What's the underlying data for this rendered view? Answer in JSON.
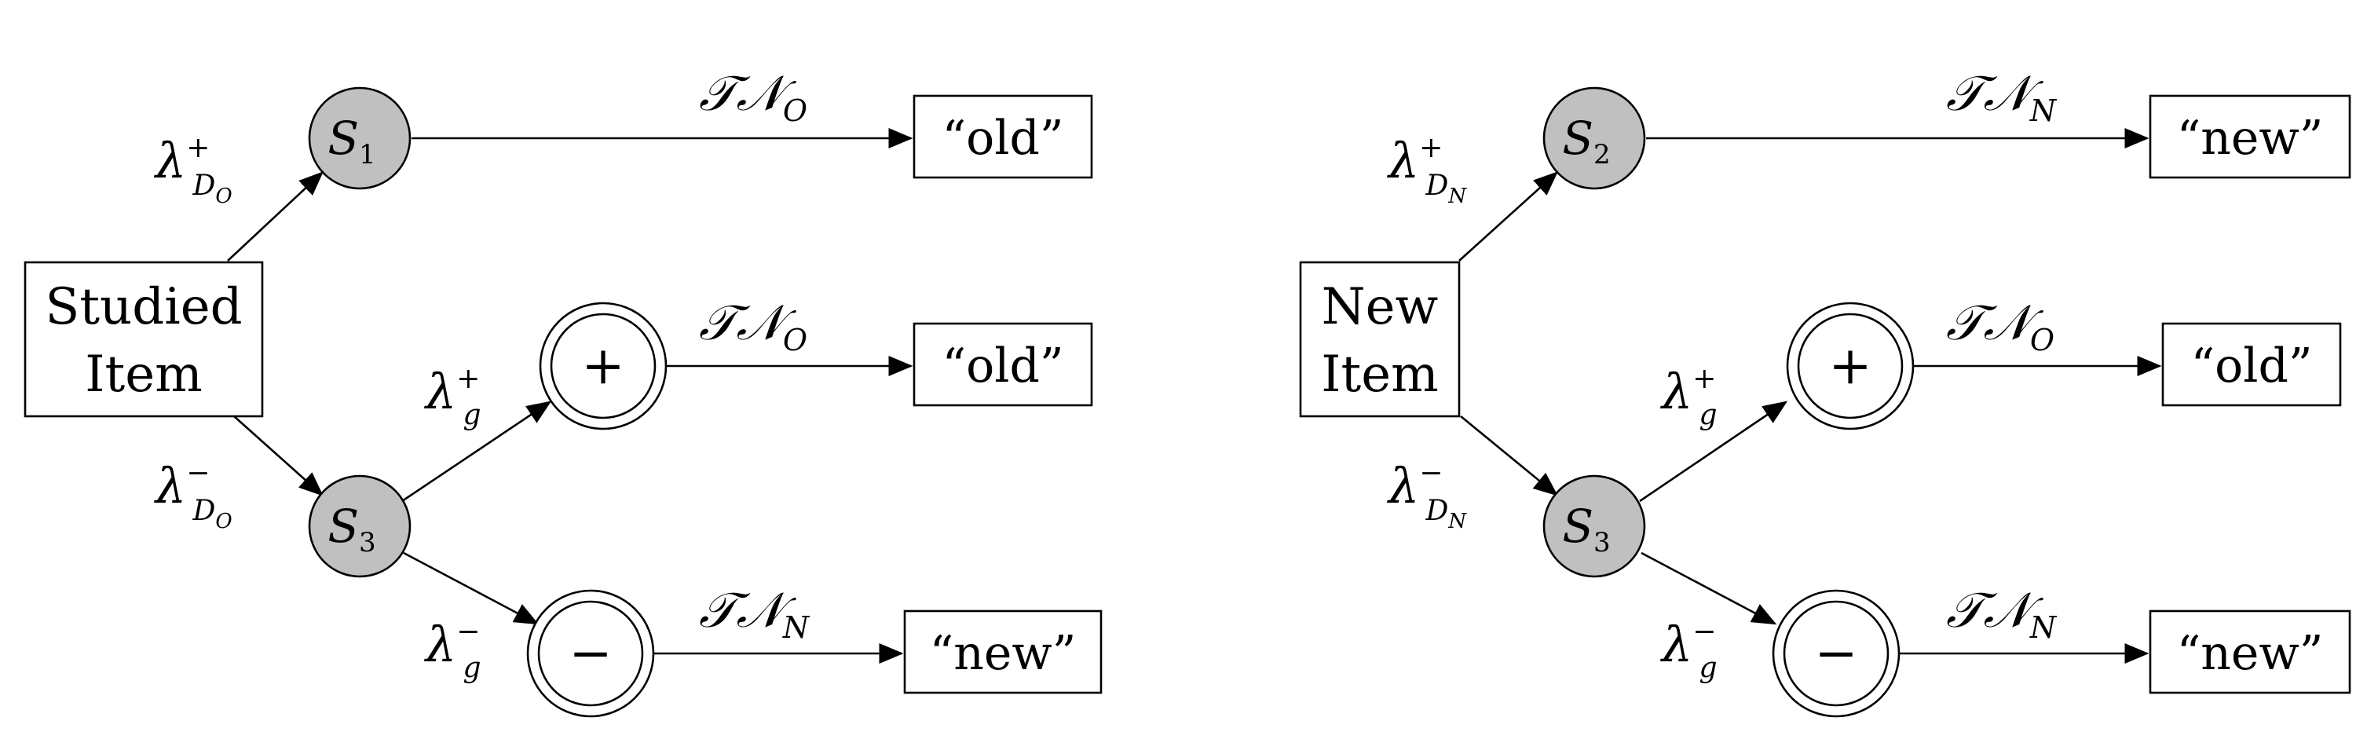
{
  "left": {
    "start": {
      "line1": "Studied",
      "line2": "Item"
    },
    "top": {
      "state": "S",
      "state_sub": "1",
      "rate": "λ",
      "rate_sup": "+",
      "rate_sub": "D",
      "rate_subsub": "O",
      "time": "𝒯𝒩",
      "time_sub": "O",
      "response": "“old”"
    },
    "mid": {
      "state": "S",
      "state_sub": "3",
      "rate": "λ",
      "rate_sup": "−",
      "rate_sub": "D",
      "rate_subsub": "O"
    },
    "plus": {
      "symbol": "+",
      "rate": "λ",
      "rate_sup": "+",
      "rate_sub": "g",
      "time": "𝒯𝒩",
      "time_sub": "O",
      "response": "“old”"
    },
    "minus": {
      "symbol": "−",
      "rate": "λ",
      "rate_sup": "−",
      "rate_sub": "g",
      "time": "𝒯𝒩",
      "time_sub": "N",
      "response": "“new”"
    }
  },
  "right": {
    "start": {
      "line1": "New",
      "line2": "Item"
    },
    "top": {
      "state": "S",
      "state_sub": "2",
      "rate": "λ",
      "rate_sup": "+",
      "rate_sub": "D",
      "rate_subsub": "N",
      "time": "𝒯𝒩",
      "time_sub": "N",
      "response": "“new”"
    },
    "mid": {
      "state": "S",
      "state_sub": "3",
      "rate": "λ",
      "rate_sup": "−",
      "rate_sub": "D",
      "rate_subsub": "N"
    },
    "plus": {
      "symbol": "+",
      "rate": "λ",
      "rate_sup": "+",
      "rate_sub": "g",
      "time": "𝒯𝒩",
      "time_sub": "O",
      "response": "“old”"
    },
    "minus": {
      "symbol": "−",
      "rate": "λ",
      "rate_sup": "−",
      "rate_sub": "g",
      "time": "𝒯𝒩",
      "time_sub": "N",
      "response": "“new”"
    }
  }
}
